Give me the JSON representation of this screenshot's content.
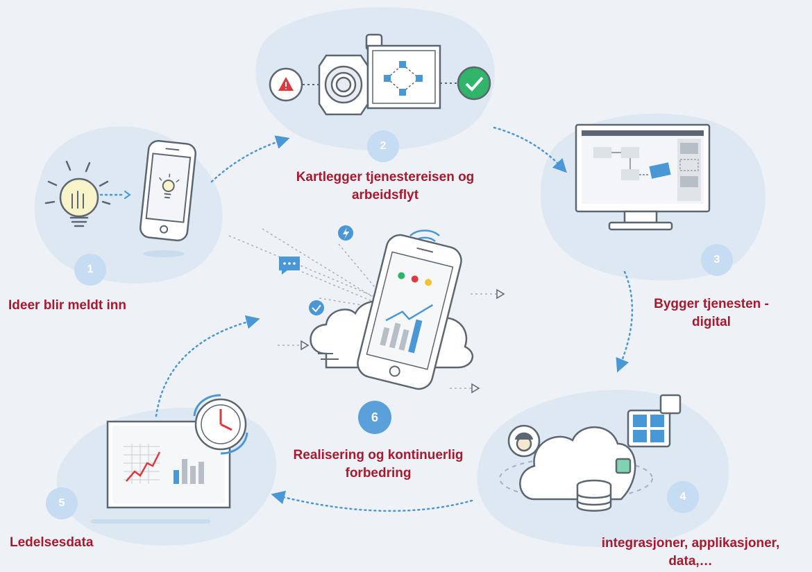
{
  "colors": {
    "background": "#eef2f6",
    "blob": "#dde8f2",
    "label": "#a8182e",
    "badge_light": "#c5dcf2",
    "badge_dark": "#5aa0da",
    "arrow": "#4a97d6",
    "line": "#7c8793",
    "warning": "#e0383f",
    "success": "#2fb46a"
  },
  "steps": [
    {
      "number": "1",
      "label": "Ideer blir meldt inn",
      "icon": "lightbulb-phone-icon"
    },
    {
      "number": "2",
      "label": "Kartlegger tjenestereisen og arbeidsflyt",
      "icon": "gear-workflow-icon"
    },
    {
      "number": "3",
      "label": "Bygger tjenesten - digital",
      "icon": "desktop-monitor-icon"
    },
    {
      "number": "4",
      "label": "integrasjoner, applikasjoner, data,…",
      "icon": "cloud-integration-icon"
    },
    {
      "number": "5",
      "label": "Ledelsesdata",
      "icon": "dashboard-clock-icon"
    },
    {
      "number": "6",
      "label": "Realisering og kontinuerlig forbedring",
      "icon": "phone-cloud-analytics-icon"
    }
  ]
}
